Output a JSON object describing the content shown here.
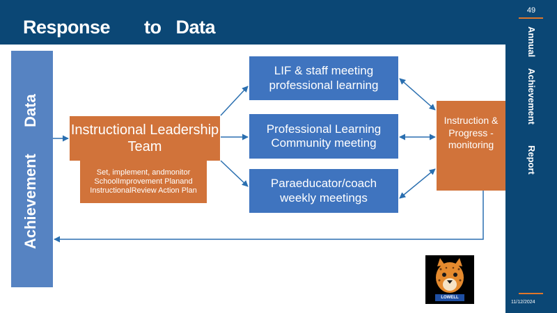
{
  "slide": {
    "title": "Response       to   Data",
    "number": "49",
    "date": "11/12/2024",
    "sidebar_words": [
      "Annual",
      "Achievement",
      "Report"
    ]
  },
  "left_bar": {
    "top_label": "Data",
    "bottom_label": "Achievement"
  },
  "ilt": {
    "title": "Instructional Leadership  Team",
    "subtitle": "Set, implement, andmonitor SchoolImprovement  Planand InstructionalReview  Action Plan"
  },
  "meetings": [
    {
      "label": "LIF & staff  meeting\nprofessional   learning"
    },
    {
      "label": "Professional   Learning\nCommunity   meeting"
    },
    {
      "label": "Paraeducator/coach\nweekly  meetings"
    }
  ],
  "outcome": {
    "label": "Instruction & Progress - monitoring"
  },
  "logo": {
    "text": "LOWELL"
  },
  "colors": {
    "header": "#0b4775",
    "blue_box": "#3f74bf",
    "left_bar": "#5683c2",
    "orange": "#d1733a",
    "arrow": "#2a6fb0"
  }
}
